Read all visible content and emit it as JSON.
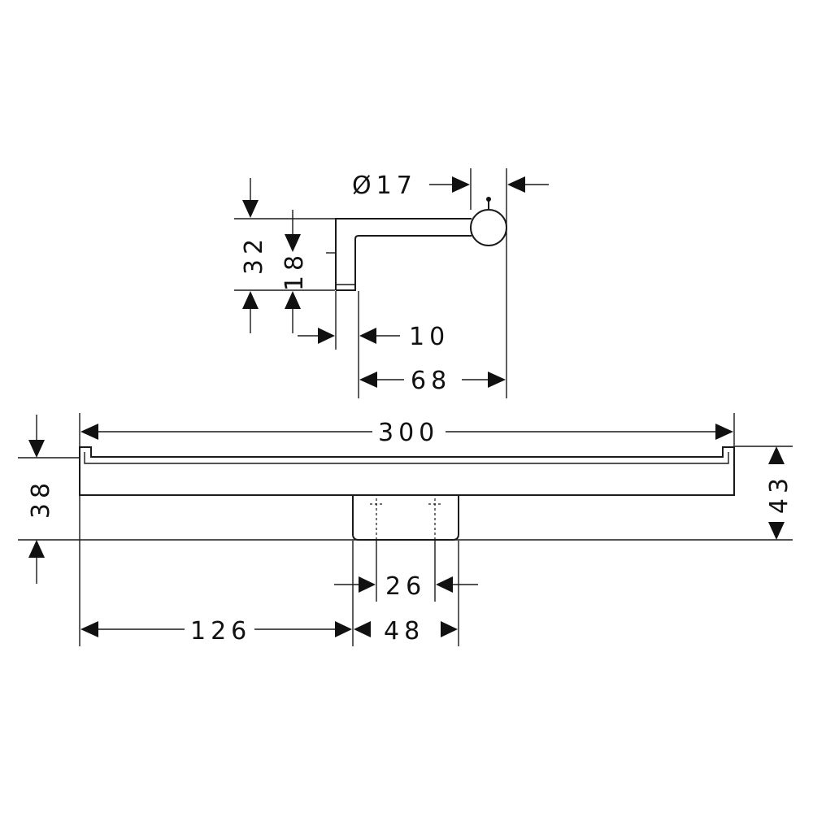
{
  "dimensions": {
    "diameter": "Ø17",
    "height_32": "32",
    "height_18": "18",
    "width_10": "10",
    "width_68": "68",
    "length_300": "300",
    "height_38": "38",
    "height_43": "43",
    "spacing_26": "26",
    "offset_126": "126",
    "width_48": "48"
  }
}
